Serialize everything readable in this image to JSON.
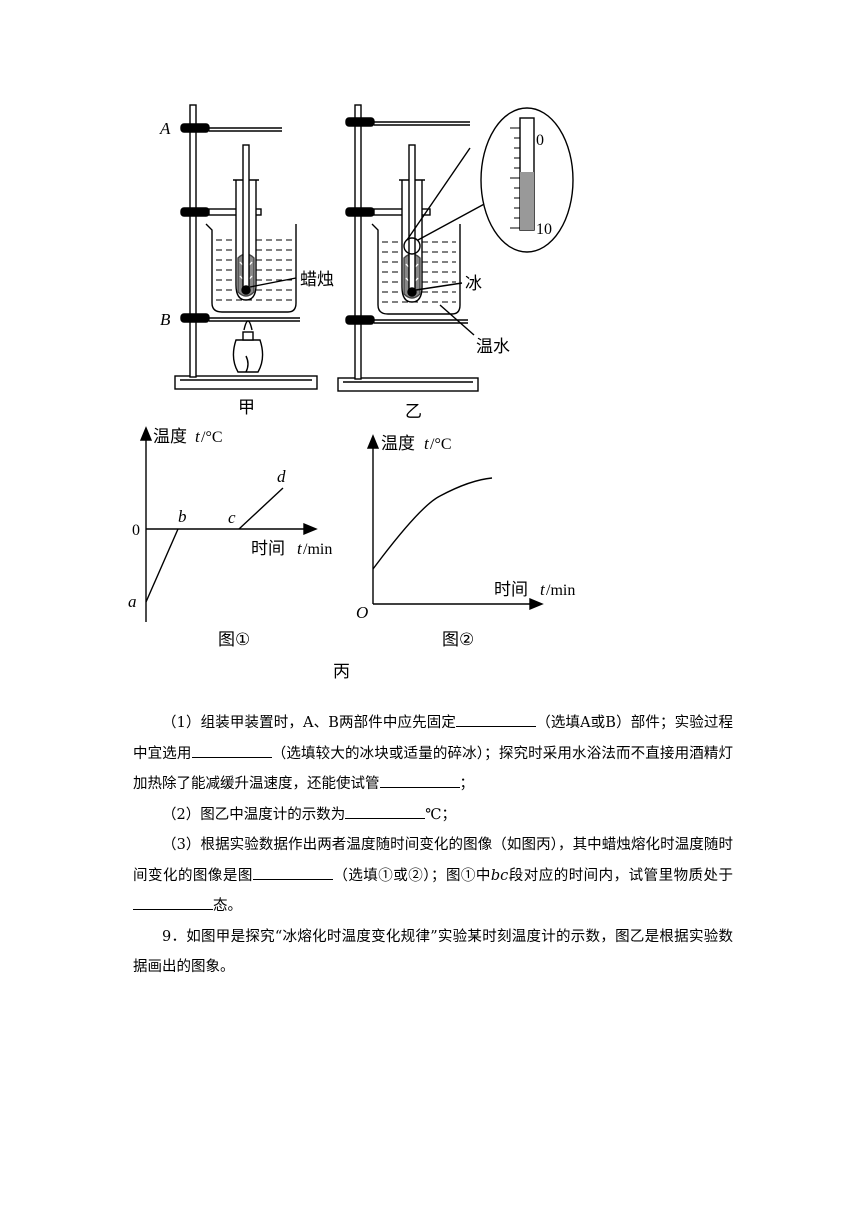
{
  "figure": {
    "apparatus_jia": {
      "label_A": "A",
      "label_B": "B",
      "label_candle": "蜡烛",
      "caption": "甲"
    },
    "apparatus_yi": {
      "label_ice": "冰",
      "label_warm_water": "温水",
      "caption": "乙",
      "scale_top": "0",
      "scale_bottom": "10"
    },
    "graph1": {
      "ylabel_cn": "温度",
      "ylabel_var": "t",
      "ylabel_unit": "/°C",
      "xlabel_cn": "时间",
      "xlabel_var": "t",
      "xlabel_unit": "/min",
      "origin": "0",
      "pt_a": "a",
      "pt_b": "b",
      "pt_c": "c",
      "pt_d": "d",
      "caption": "图①"
    },
    "graph2": {
      "ylabel_cn": "温度",
      "ylabel_var": "t",
      "ylabel_unit": "/°C",
      "xlabel_cn": "时间",
      "xlabel_var": "t",
      "xlabel_unit": "/min",
      "origin": "O",
      "caption": "图②"
    },
    "group_caption": "丙"
  },
  "questions": {
    "q1_a": "（1）组装甲装置时，A、B两部件中应先固定",
    "q1_b": "（选填A或B）部件；实验过程中宜选用",
    "q1_c": "（选填较大的冰块或适量的碎冰）；探究时采用水浴法而不直接用酒精灯加热除了能减缓升温速度，还能使试管",
    "q1_d": "；",
    "q2_a": "（2）图乙中温度计的示数为",
    "q2_b": "℃；",
    "q3_a": "（3）根据实验数据作出两者温度随时间变化的图像（如图丙），其中蜡烛熔化时温度随时间变化的图像是图",
    "q3_b": "（选填①或②）；图①中",
    "q3_var": "bc",
    "q3_c": "段对应的时间内，试管里物质处于",
    "q3_d": "态。",
    "q9": "9．如图甲是探究“冰熔化时温度变化规律”实验某时刻温度计的示数，图乙是根据实验数据画出的图象。"
  }
}
